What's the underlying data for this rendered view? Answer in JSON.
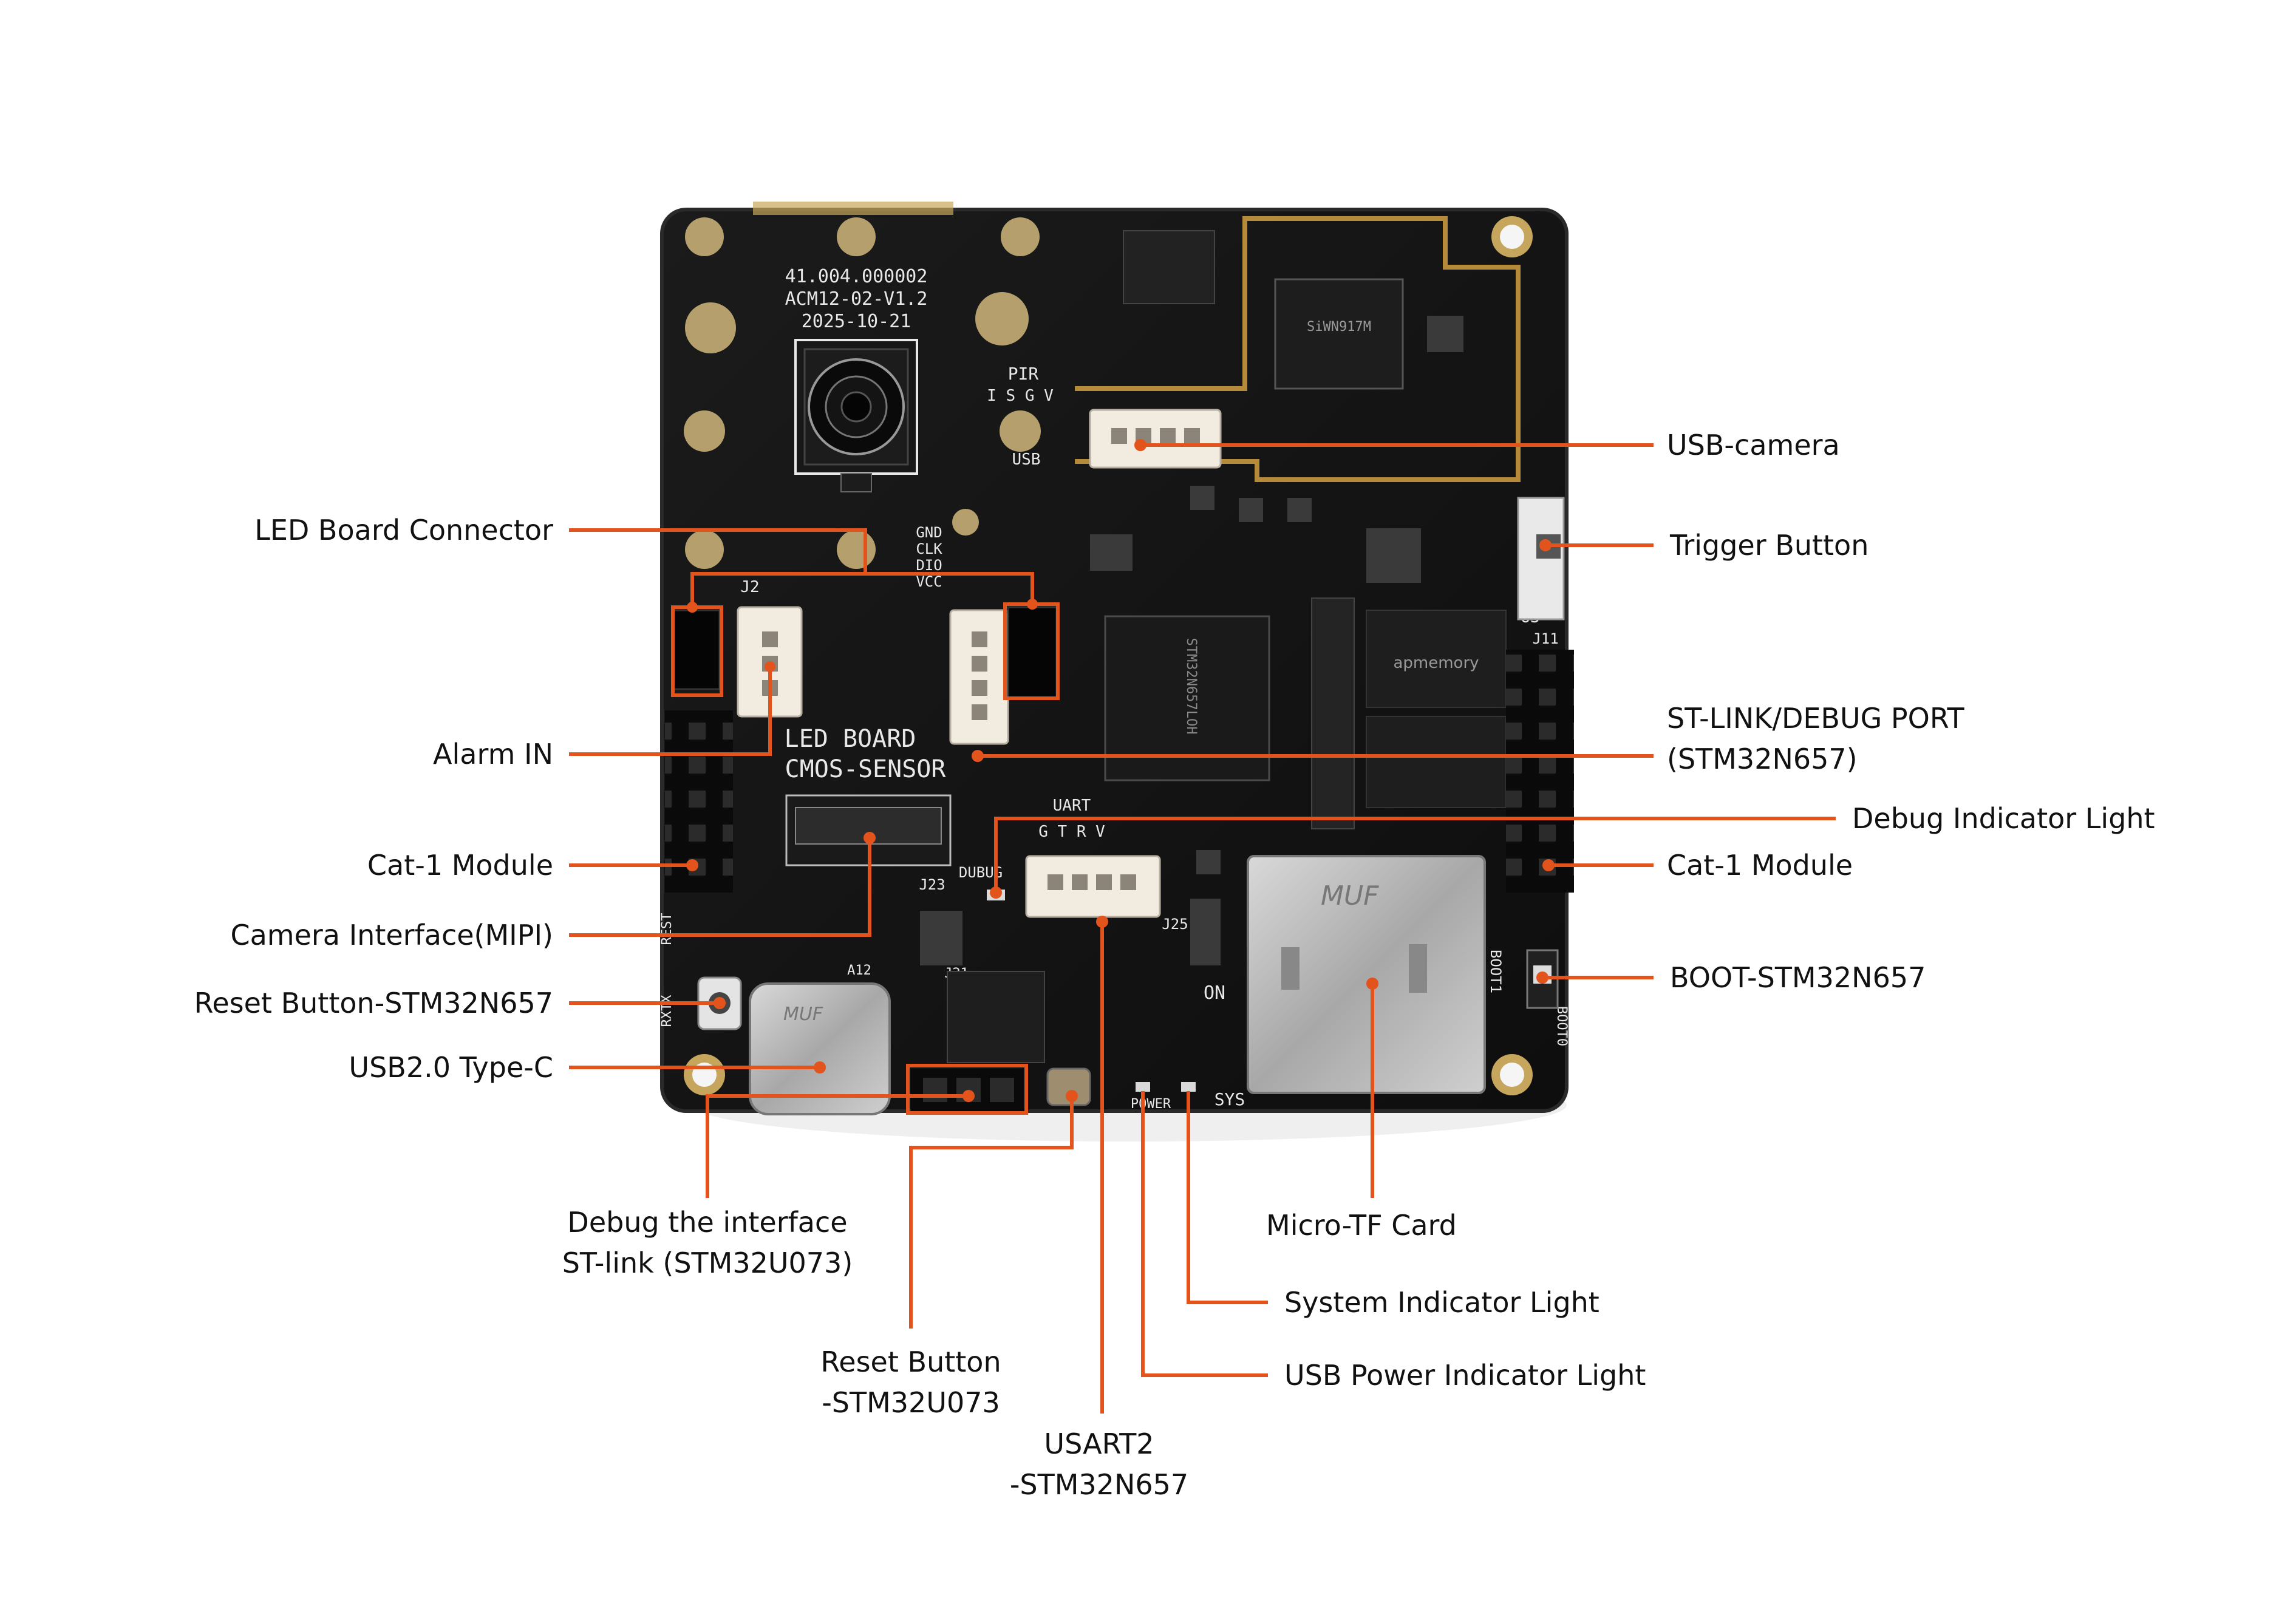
{
  "colors": {
    "callout": "#e3541c",
    "pcb": "#141414",
    "pcb_edge": "#2a2a2a",
    "silk": "#e8e8e8",
    "gold": "#b9a26a",
    "metal": "#bfbfbf",
    "connector": "#f2ebe0",
    "label_text": "#111111"
  },
  "board": {
    "silk_id": "41.004.000002",
    "silk_model": "ACM12-02-V1.2",
    "silk_date": "2025-10-21",
    "silk_pir": "PIR",
    "silk_isgv": "I S G V",
    "silk_usb": "USB",
    "silk_gnd": "GND",
    "silk_clk": "CLK",
    "silk_dio": "DIO",
    "silk_vcc": "VCC",
    "silk_j2": "J2",
    "silk_led_board": "LED BOARD",
    "silk_cmos": "CMOS-SENSOR",
    "silk_uart": "UART",
    "silk_gtrv": "G T R V",
    "silk_dubug": "DUBUG",
    "silk_j23": "J23",
    "silk_j21": "J21",
    "silk_j25": "J25",
    "silk_a12": "A12",
    "silk_rest": "REST",
    "silk_rxtx": "RXTX",
    "silk_power": "POWER",
    "silk_sys": "SYS",
    "silk_boot1": "BOOT1",
    "silk_boot0": "BOOT0",
    "silk_on": "ON",
    "silk_u3": "U3",
    "silk_j11": "J11",
    "chip_main": "STM32N657LOH",
    "chip_wifi": "SiWN917M",
    "mem_brand": "apmemory",
    "tf_brand": "MUF",
    "usbc_brand": "MUF"
  },
  "callouts": [
    {
      "id": "led-board-connector",
      "text": [
        "LED Board Connector"
      ]
    },
    {
      "id": "alarm-in",
      "text": [
        "Alarm IN"
      ]
    },
    {
      "id": "cat1-module-left",
      "text": [
        "Cat-1 Module"
      ]
    },
    {
      "id": "camera-interface",
      "text": [
        "Camera Interface(MIPI)"
      ]
    },
    {
      "id": "reset-button-n657",
      "text": [
        "Reset Button-STM32N657"
      ]
    },
    {
      "id": "usb2-typec",
      "text": [
        "USB2.0 Type-C"
      ]
    },
    {
      "id": "debug-interface",
      "text": [
        "Debug the interface",
        "ST-link (STM32U073)"
      ]
    },
    {
      "id": "reset-button-u073",
      "text": [
        "Reset Button",
        "-STM32U073"
      ]
    },
    {
      "id": "usart2",
      "text": [
        "USART2",
        "-STM32N657"
      ]
    },
    {
      "id": "micro-tf",
      "text": [
        "Micro-TF Card"
      ]
    },
    {
      "id": "system-indicator",
      "text": [
        "System Indicator Light"
      ]
    },
    {
      "id": "usb-power-indicator",
      "text": [
        "USB Power Indicator Light"
      ]
    },
    {
      "id": "usb-camera",
      "text": [
        "USB-camera"
      ]
    },
    {
      "id": "trigger-button",
      "text": [
        "Trigger Button"
      ]
    },
    {
      "id": "stlink-debug-port",
      "text": [
        "ST-LINK/DEBUG PORT",
        "(STM32N657)"
      ]
    },
    {
      "id": "debug-indicator",
      "text": [
        "Debug Indicator Light"
      ]
    },
    {
      "id": "cat1-module-right",
      "text": [
        "Cat-1 Module"
      ]
    },
    {
      "id": "boot-n657",
      "text": [
        "BOOT-STM32N657"
      ]
    }
  ]
}
